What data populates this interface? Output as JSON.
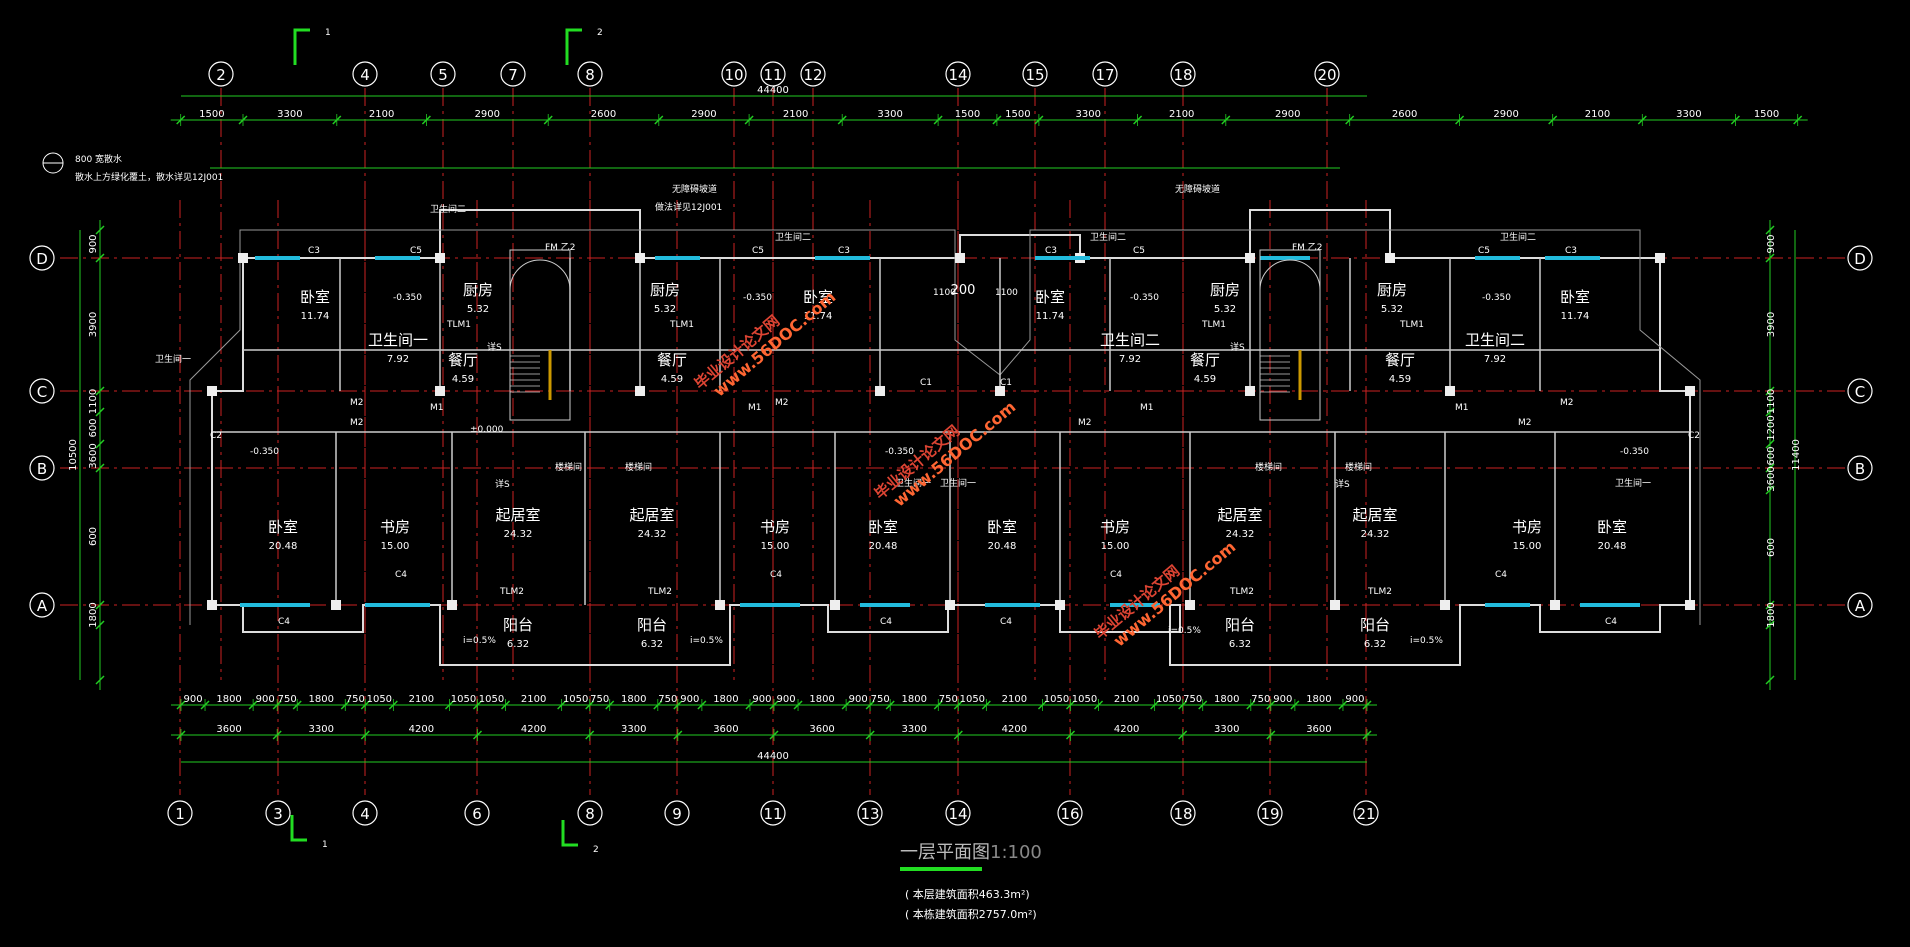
{
  "drawing": {
    "title": "一层平面图",
    "scale": "1:100",
    "notes": [
      "( 本层建筑面积463.3m²)",
      "( 本栋建筑面积2757.0m²)"
    ],
    "overall_dimension": "44400",
    "section_marks": [
      "1",
      "2"
    ],
    "watermark_lines": [
      "毕业设计论文网",
      "www.56DOC.com"
    ]
  },
  "axes": {
    "top": [
      "2",
      "4",
      "5",
      "7",
      "8",
      "10",
      "11",
      "12",
      "14",
      "15",
      "17",
      "18",
      "20"
    ],
    "bottom": [
      "1",
      "3",
      "4",
      "6",
      "8",
      "9",
      "11",
      "13",
      "14",
      "16",
      "18",
      "19",
      "21"
    ],
    "sides": [
      "D",
      "C",
      "B",
      "A"
    ]
  },
  "dimensions": {
    "top_row1": [
      "1500",
      "3300",
      "2100",
      "2900",
      "2600",
      "2900",
      "2100",
      "3300",
      "1500",
      "1500",
      "3300",
      "2100",
      "2900",
      "2600",
      "2900",
      "2100",
      "3300",
      "1500"
    ],
    "bottom_row1": [
      "900",
      "1800",
      "900",
      "750",
      "1800",
      "750",
      "1050",
      "2100",
      "1050",
      "1050",
      "2100",
      "1050",
      "750",
      "1800",
      "750",
      "900",
      "1800",
      "900",
      "900",
      "1800",
      "900",
      "750",
      "1800",
      "750",
      "1050",
      "2100",
      "1050",
      "1050",
      "2100",
      "1050",
      "750",
      "1800",
      "750",
      "900",
      "1800",
      "900"
    ],
    "bottom_row2": [
      "3600",
      "3300",
      "4200",
      "4200",
      "3300",
      "3600",
      "3600",
      "3300",
      "4200",
      "4200",
      "3300",
      "3600"
    ],
    "left": [
      "900",
      "3900",
      "1100",
      "600",
      "3600",
      "600",
      "1800"
    ],
    "right": [
      "900",
      "3900",
      "1100",
      "1200",
      "600",
      "3600",
      "600",
      "1800"
    ],
    "left_total": "10500",
    "right_total": "11400"
  },
  "rooms": [
    {
      "name": "卧室",
      "area": "11.74"
    },
    {
      "name": "卫生间一",
      "area": "7.92"
    },
    {
      "name": "厨房",
      "area": "5.32"
    },
    {
      "name": "餐厅",
      "area": "4.59"
    },
    {
      "name": "卧室",
      "area": "20.48"
    },
    {
      "name": "书房",
      "area": "15.00"
    },
    {
      "name": "起居室",
      "area": "24.32"
    },
    {
      "name": "阳台",
      "area": "6.32"
    },
    {
      "name": "厨房",
      "area": "5.32"
    },
    {
      "name": "餐厅",
      "area": "4.59"
    },
    {
      "name": "卧室",
      "area": "11.74"
    },
    {
      "name": "起居室",
      "area": "24.32"
    },
    {
      "name": "书房",
      "area": "15.00"
    },
    {
      "name": "卧室",
      "area": "20.48"
    },
    {
      "name": "阳台",
      "area": "6.32"
    },
    {
      "name": "卧室",
      "area": "11.74"
    },
    {
      "name": "卫生间二",
      "area": "7.92"
    },
    {
      "name": "厨房",
      "area": "5.32"
    },
    {
      "name": "餐厅",
      "area": "4.59"
    },
    {
      "name": "卧室",
      "area": "20.48"
    },
    {
      "name": "书房",
      "area": "15.00"
    },
    {
      "name": "起居室",
      "area": "24.32"
    },
    {
      "name": "阳台",
      "area": "6.32"
    },
    {
      "name": "厨房",
      "area": "5.32"
    },
    {
      "name": "餐厅",
      "area": "4.59"
    },
    {
      "name": "卫生间二",
      "area": "7.92"
    },
    {
      "name": "卧室",
      "area": "11.74"
    },
    {
      "name": "起居室",
      "area": "24.32"
    },
    {
      "name": "书房",
      "area": "15.00"
    },
    {
      "name": "卧室",
      "area": "20.48"
    },
    {
      "name": "阳台",
      "area": "6.32"
    }
  ],
  "labels": {
    "window_c3": "C3",
    "window_c5": "C5",
    "window_c4": "C4",
    "door_m1": "M1",
    "door_m2": "M2",
    "door_tlm1": "TLM1",
    "door_tlm2": "TLM2",
    "fire_door": "FM 乙2",
    "window_c1": "C1",
    "window_c2": "C2",
    "elev_m035": "-0.350",
    "elev_0": "±0.000",
    "ramp": "无障碍坡道",
    "ramp_ref": "做法详见12J001",
    "slope1": "i=0.5%",
    "wc1": "卫生间一",
    "wc2": "卫生间二",
    "note_line1": "800  宽散水",
    "note_line2": "散水上方绿化覆土，散水详见12J001",
    "ref": "详S",
    "corridor": "楼梯间",
    "dim_1100": "1100",
    "dim_200": "200"
  }
}
